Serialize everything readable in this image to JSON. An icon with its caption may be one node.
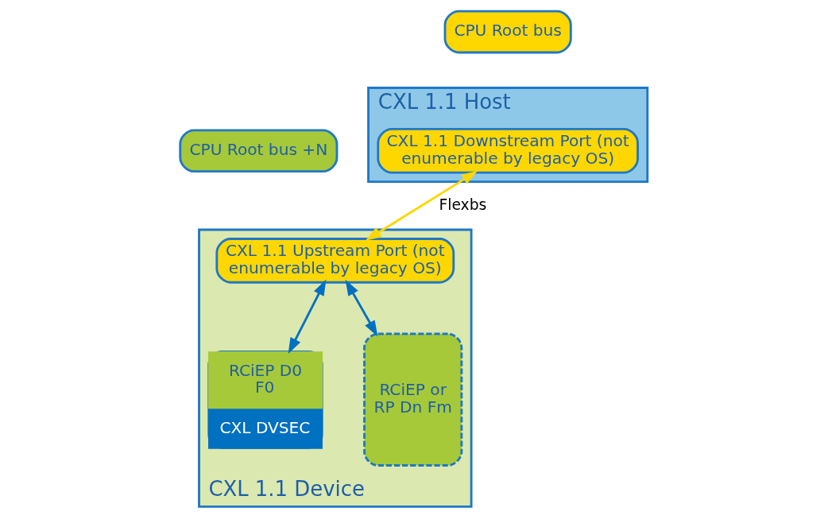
{
  "diagram": {
    "nodes": [
      {
        "text": [
          "CXL 1.1 Host"
        ]
      },
      {
        "text": [
          "CXL 1.1 Downstream Port (not enumerable by legacy OS)"
        ],
        "in": 0
      },
      {
        "text": [
          "CPU Root bus"
        ]
      },
      {
        "text": [
          "CXL 1.1 Device"
        ]
      },
      {
        "text": [
          "CPU Root bus +N"
        ]
      },
      {
        "text": [
          "CXL 1.1 Upstream Port (not enumerable by legacy OS)"
        ],
        "in": 3
      },
      {
        "text": [
          "RCiEP D0 F0",
          "CXL DVSEC"
        ],
        "in": 3
      },
      {
        "text": [
          "RCiEP or RP Dn Fm"
        ],
        "in": 3
      }
    ],
    "edges": [
      {
        "from": 1,
        "to": 5,
        "arrow": "both",
        "label": "Flexbs",
        "color": "#ffd700"
      },
      {
        "from": 5,
        "to": 6,
        "arrow": "both"
      },
      {
        "from": 5,
        "to": 7,
        "arrow": "both"
      }
    ]
  }
}
